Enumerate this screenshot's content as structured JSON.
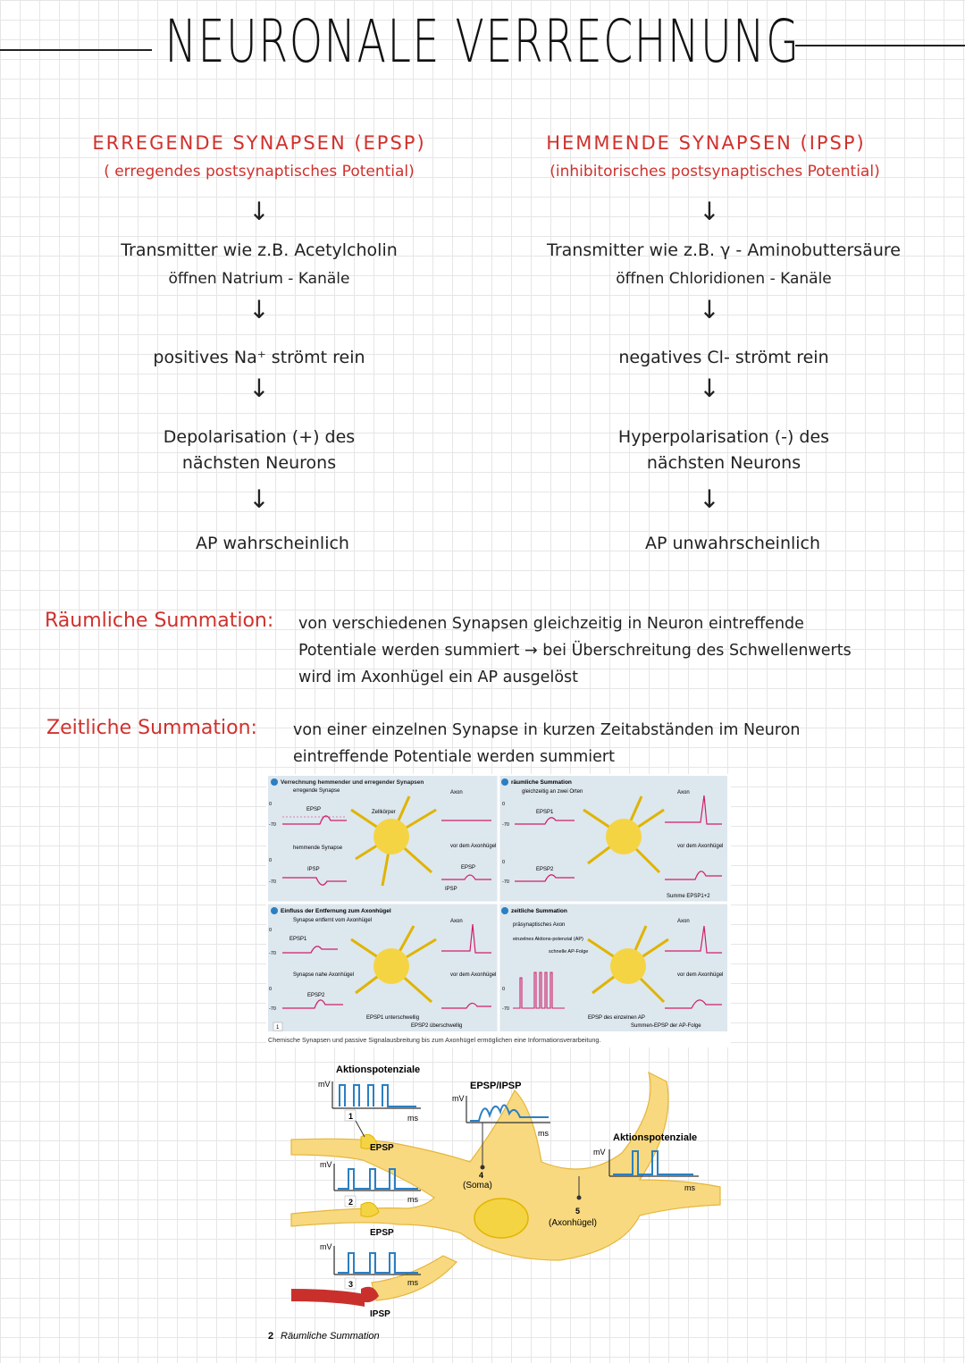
{
  "title": "NEURONALE VERRECHNUNG",
  "left": {
    "heading": "ERREGENDE SYNAPSEN (EPSP)",
    "subheading": "( erregendes postsynaptisches Potential)",
    "steps": [
      "Transmitter wie z.B. Acetylcholin",
      "öffnen Natrium - Kanäle",
      "positives Na⁺ strömt rein",
      "Depolarisation (+) des",
      "nächsten Neurons",
      "AP wahrscheinlich"
    ]
  },
  "right": {
    "heading": "HEMMENDE SYNAPSEN (IPSP)",
    "subheading": "(inhibitorisches postsynaptisches Potential)",
    "steps": [
      "Transmitter wie z.B. γ - Aminobuttersäure",
      "öffnen Chloridionen - Kanäle",
      "negatives Cl- strömt rein",
      "Hyperpolarisation (-) des",
      "nächsten Neurons",
      "AP unwahrscheinlich"
    ]
  },
  "arrow_glyph": "↓",
  "spatial": {
    "label": "Räumliche Summation:",
    "lines": [
      "von verschiedenen Synapsen gleichzeitig in Neuron eintreffende",
      "Potentiale werden summiert → bei Überschreitung des Schwellenwerts",
      "wird im Axonhügel ein AP ausgelöst"
    ]
  },
  "temporal": {
    "label": "Zeitliche Summation:",
    "lines": [
      "von einer einzelnen Synapse in kurzen Zeitabständen im Neuron",
      "eintreffende Potentiale werden summiert"
    ]
  },
  "figure1": {
    "panels": {
      "a": {
        "title": "Verrechnung hemmender und erregender Synapsen",
        "labels": [
          "erregende Synapse",
          "EPSP",
          "Zellkörper",
          "Axon",
          "hemmende Synapse",
          "IPSP",
          "vor dem Axonhügel",
          "EPSP",
          "IPSP"
        ]
      },
      "b": {
        "title": "Einfluss der Entfernung zum Axonhügel",
        "labels": [
          "Synapse entfernt vom Axonhügel",
          "EPSP1",
          "Axon",
          "Synapse nahe Axonhügel",
          "EPSP2",
          "vor dem Axonhügel",
          "EPSP1 unterschwellig",
          "EPSP2 überschwellig"
        ]
      },
      "c": {
        "title": "räumliche Summation",
        "labels": [
          "gleichzeitig an zwei Orten",
          "EPSP1",
          "Axon",
          "EPSP2",
          "vor dem Axonhügel",
          "Summe EPSP1+2"
        ]
      },
      "d": {
        "title": "zeitliche Summation",
        "labels": [
          "präsynaptisches Axon",
          "einzelnes Aktions-potenzial (AP)",
          "schnelle AP-Folge",
          "Axon",
          "vor dem Axonhügel",
          "EPSP des einzelnen AP",
          "Summen-EPSP der AP-Folge"
        ]
      }
    },
    "axis_values": [
      "0",
      "-70"
    ],
    "number": "1",
    "caption": "Chemische Synapsen und passive Signalausbreitung bis zum Axonhügel ermöglichen eine Informationsverarbeitung."
  },
  "figure2": {
    "labels": {
      "ap_top": "Aktionspotenziale",
      "epsp_ipsp": "EPSP/IPSP",
      "ap_right": "Aktionspotenziale",
      "mv": "mV",
      "ms": "ms",
      "epsp": "EPSP",
      "ipsp": "IPSP",
      "n1": "1",
      "n2": "2",
      "n3": "3",
      "n4": "4",
      "n5": "5",
      "soma": "(Soma)",
      "axonhuegel": "(Axonhügel)"
    },
    "caption_number": "2",
    "caption": "Räumliche Summation"
  },
  "colors": {
    "accent_red": "#d0312d",
    "figure_bg": "#dde7ee",
    "neuron_yellow": "#f5d443",
    "trace_magenta": "#d0206a"
  }
}
